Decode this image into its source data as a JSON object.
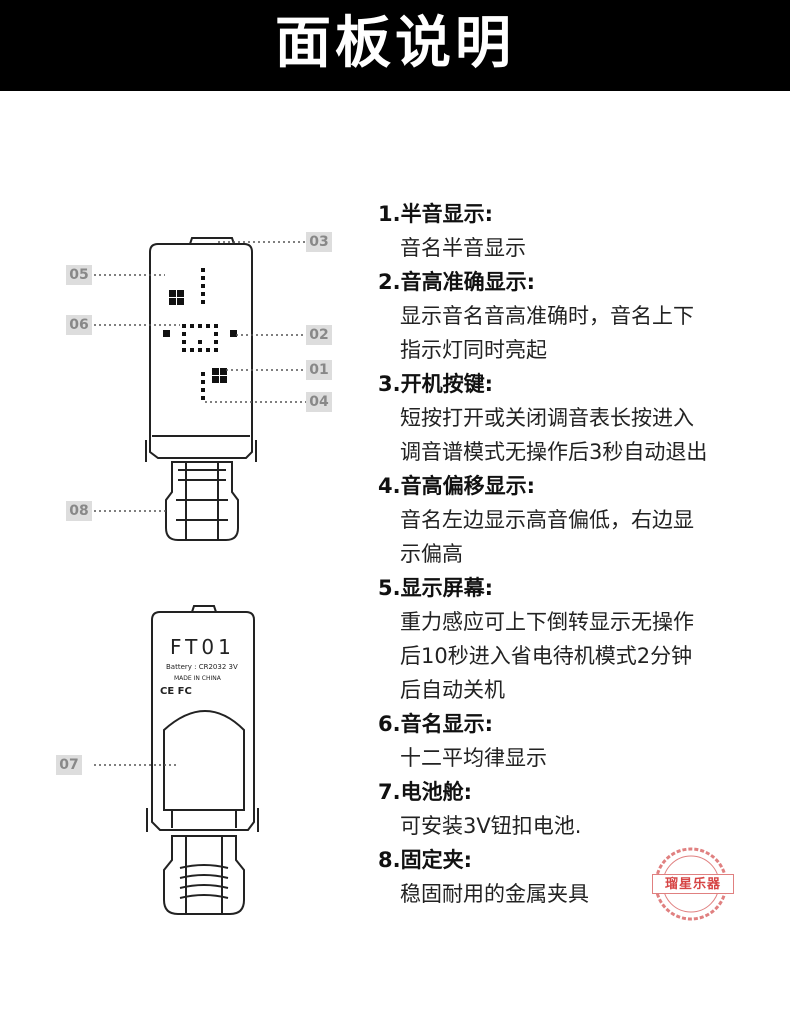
{
  "header": {
    "title": "面板说明"
  },
  "callouts": {
    "c01": "01",
    "c02": "02",
    "c03": "03",
    "c04": "04",
    "c05": "05",
    "c06": "06",
    "c07": "07",
    "c08": "08"
  },
  "device_back": {
    "model": "FT01",
    "battery": "Battery : CR2032 3V",
    "made_in": "MADE IN CHINA",
    "marks": "CE FC"
  },
  "specs": [
    {
      "title": "1.半音显示:",
      "lines": [
        "音名半音显示"
      ]
    },
    {
      "title": "2.音高准确显示:",
      "lines": [
        "显示音名音高准确时，音名上下",
        "指示灯同时亮起"
      ]
    },
    {
      "title": "3.开机按键:",
      "lines": [
        "短按打开或关闭调音表长按进入",
        "调音谱模式无操作后3秒自动退出"
      ]
    },
    {
      "title": "4.音高偏移显示:",
      "lines": [
        "音名左边显示高音偏低，右边显",
        "示偏高"
      ]
    },
    {
      "title": "5.显示屏幕:",
      "lines": [
        "重力感应可上下倒转显示无操作",
        "后10秒进入省电待机模式2分钟",
        "后自动关机"
      ]
    },
    {
      "title": "6.音名显示:",
      "lines": [
        "十二平均律显示"
      ]
    },
    {
      "title": "7.电池舱:",
      "lines": [
        "可安装3V钮扣电池."
      ]
    },
    {
      "title": "8.固定夹:",
      "lines": [
        "稳固耐用的金属夹具"
      ]
    }
  ],
  "stamp": {
    "text": "瑠星乐器"
  },
  "colors": {
    "header_bg": "#000000",
    "header_text": "#ffffff",
    "callout_bg": "#dddddd",
    "stamp": "#d64545"
  }
}
